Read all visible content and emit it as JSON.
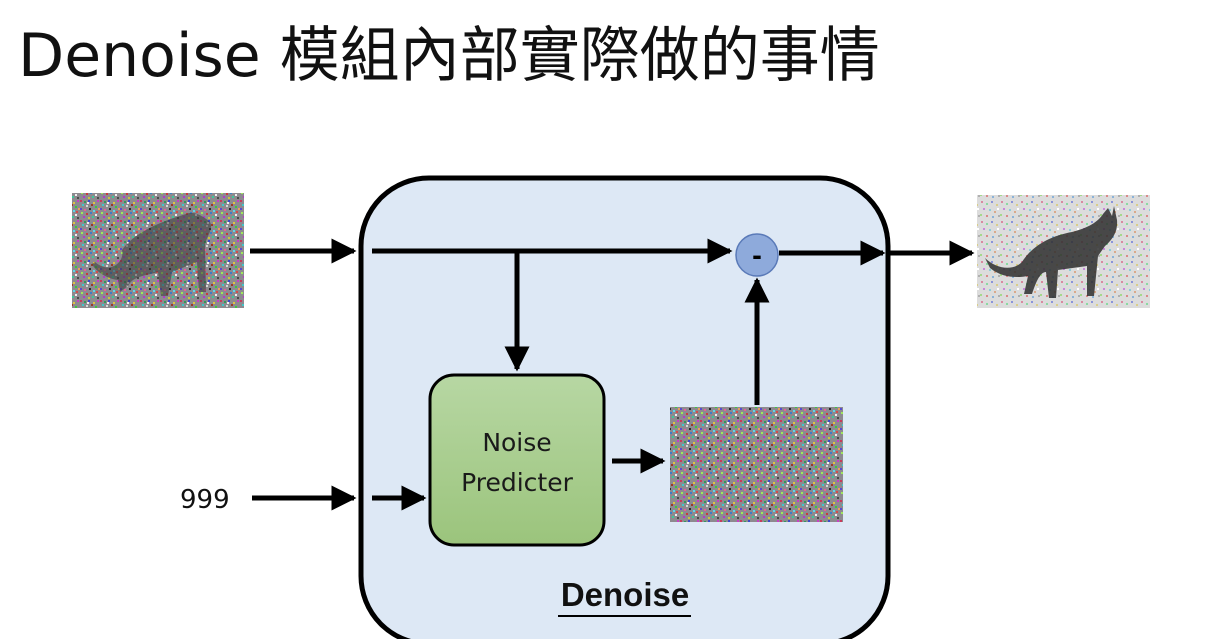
{
  "title": "Denoise 模組內部實際做的事情",
  "diagram": {
    "module_label": "Denoise",
    "predictor_label_line1": "Noise",
    "predictor_label_line2": "Predicter",
    "step_input": "999",
    "subtract_symbol": "-",
    "inputs": {
      "noisy_image": "noisy-cat-image-icon",
      "predicted_noise": "noise-image-icon",
      "output_image": "denoised-cat-image-icon"
    },
    "colors": {
      "module_fill": "#dde8f5",
      "module_stroke": "#000000",
      "predictor_fill_top": "#b7d7a3",
      "predictor_fill_bottom": "#9bc47c",
      "operator_fill": "#8eaadb",
      "operator_stroke": "#5a7ab8",
      "arrow": "#000000"
    }
  }
}
